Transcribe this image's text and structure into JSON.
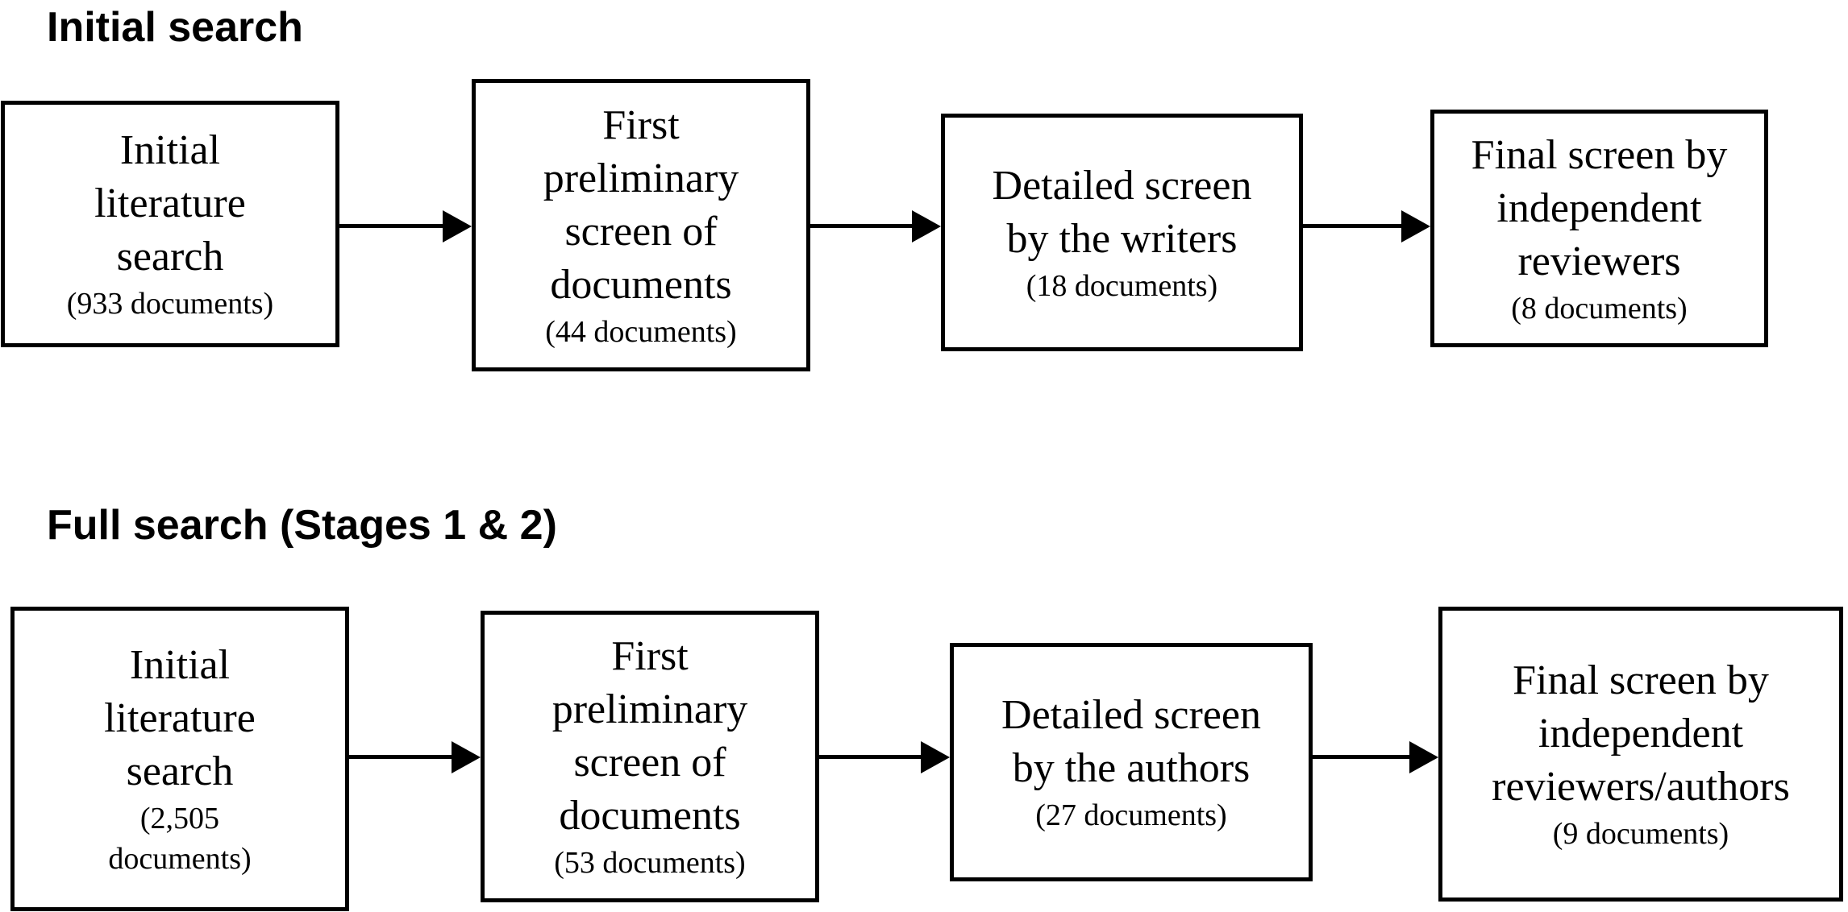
{
  "sections": [
    {
      "title": "Initial search",
      "steps": [
        {
          "label": "Initial\nliterature\nsearch",
          "count": "(933 documents)"
        },
        {
          "label": "First\npreliminary\nscreen of\ndocuments",
          "count": "(44 documents)"
        },
        {
          "label": "Detailed screen\nby the writers",
          "count": "(18 documents)"
        },
        {
          "label": "Final screen by\nindependent\nreviewers",
          "count": "(8 documents)"
        }
      ]
    },
    {
      "title": "Full search (Stages 1 & 2)",
      "steps": [
        {
          "label": "Initial\nliterature\nsearch",
          "count": "(2,505\ndocuments)"
        },
        {
          "label": "First\npreliminary\nscreen of\ndocuments",
          "count": "(53 documents)"
        },
        {
          "label": "Detailed screen\nby the authors",
          "count": "(27 documents)"
        },
        {
          "label": "Final screen by\nindependent\nreviewers/authors",
          "count": "(9 documents)"
        }
      ]
    }
  ]
}
